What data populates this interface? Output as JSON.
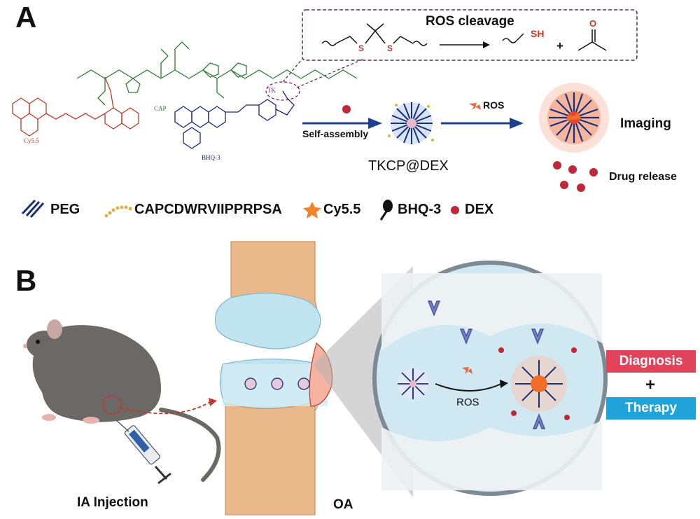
{
  "panel_a": {
    "letter": "A",
    "ros_box": {
      "title": "ROS cleavage",
      "s_left": "S",
      "s_right": "S",
      "sh": "SH",
      "plus": "+",
      "ketone_o": "O"
    },
    "molecule_labels": {
      "cy55": "Cy5.5",
      "cap": "CAP",
      "bhq3": "BHQ-3",
      "tk": "TK"
    },
    "flow": {
      "self_assembly": "Self-assembly",
      "ros": "ROS",
      "nanoparticle": "TKCP@DEX",
      "imaging": "Imaging",
      "drug_release": "Drug release"
    },
    "legend": [
      {
        "key": "peg",
        "label": "PEG"
      },
      {
        "key": "peptide",
        "label": "CAPCDWRVIIPPRPSA"
      },
      {
        "key": "cy55",
        "label": "Cy5.5"
      },
      {
        "key": "bhq3",
        "label": "BHQ-3"
      },
      {
        "key": "dex",
        "label": "DEX"
      }
    ]
  },
  "panel_b": {
    "letter": "B",
    "injection": "IA Injection",
    "oa": "OA",
    "ros": "ROS",
    "diagnosis": "Diagnosis",
    "plus": "+",
    "therapy": "Therapy"
  },
  "colors": {
    "cy55": "#c0392b",
    "cap": "#2e7d32",
    "bhq3": "#1a237e",
    "tk": "#7b1f6e",
    "arrow_blue": "#1f3f8f",
    "dashed_box": "#5b2a5e",
    "diagnosis": "#e0435a",
    "therapy": "#1fa3d9",
    "bone": "#e9b98c",
    "cartilage": "#bfe3ef",
    "dex": "#c0283a"
  }
}
